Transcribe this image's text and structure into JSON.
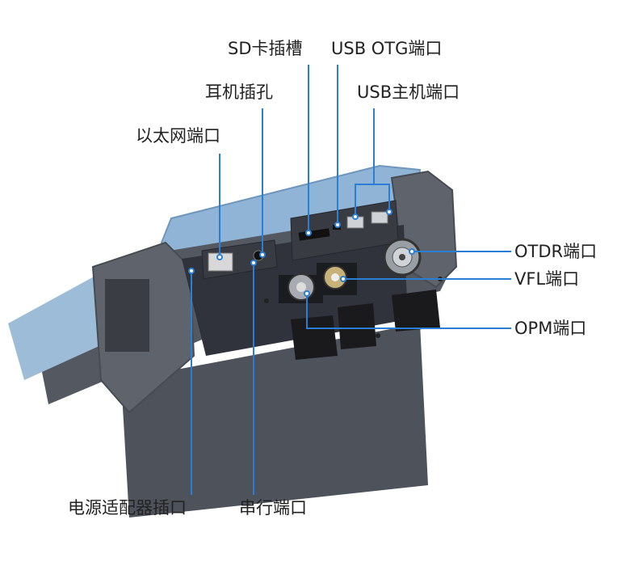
{
  "labels": {
    "sd_slot": "SD卡插槽",
    "usb_otg": "USB OTG端口",
    "earphone": "耳机插孔",
    "usb_host": "USB主机端口",
    "ethernet": "以太网端口",
    "otdr": "OTDR端口",
    "vfl": "VFL端口",
    "opm": "OPM端口",
    "power": "电源适配器插口",
    "serial": "串行端口"
  },
  "colors": {
    "leader_line": "#2a7fd4",
    "body_dark": "#4a4e57",
    "bumper": "#5c6169",
    "lid_blue": "#8fb4d6",
    "panel": "#2d3038"
  }
}
